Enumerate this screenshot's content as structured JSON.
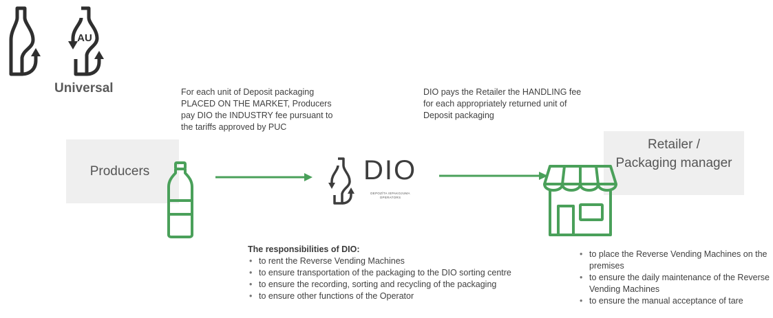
{
  "legend": {
    "bottle_badge_text": "AU",
    "universal_label": "Universal"
  },
  "producers": {
    "label": "Producers",
    "note": "For each unit of Deposit packaging PLACED ON THE MARKET, Producers pay DIO the INDUSTRY fee pursuant to the tariffs approved by PUC"
  },
  "dio": {
    "logo_text": "DIO",
    "logo_subtitle_line1": "DEPOZĪTA IEPAKOJUMA",
    "logo_subtitle_line2": "OPERATORS",
    "note": "DIO pays the Retailer the HANDLING fee for each appropriately returned unit of Deposit packaging",
    "responsibilities_title": "The responsibilities of DIO:",
    "responsibilities": [
      "to rent the Reverse Vending Machines",
      "to ensure transportation of the packaging to the DIO sorting centre",
      "to ensure the recording, sorting and recycling of the packaging",
      "to ensure other functions of the Operator"
    ]
  },
  "retailer": {
    "label_line1": "Retailer /",
    "label_line2": "Packaging manager",
    "duties": [
      "to place the Reverse Vending Machines on the premises",
      "to ensure the daily maintenance of the Reverse Vending Machines",
      "to ensure the manual acceptance of tare"
    ]
  },
  "colors": {
    "accent_green": "#4aa05a",
    "icon_dark": "#2f2f2f",
    "box_gray": "#efefef"
  }
}
